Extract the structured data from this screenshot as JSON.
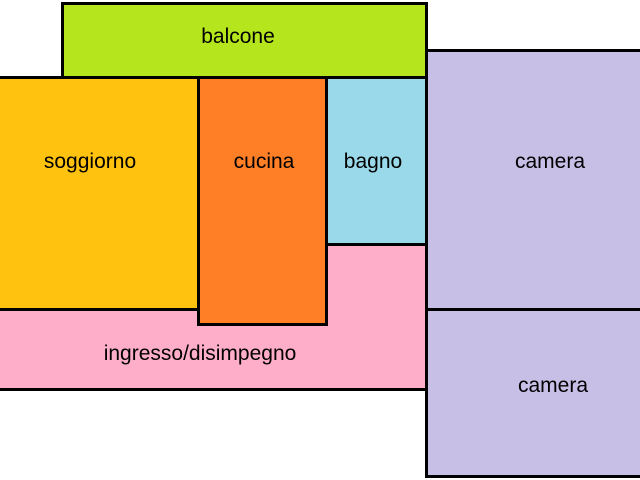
{
  "rooms": {
    "balcone": {
      "label": "balcone",
      "color": "#b5e61d"
    },
    "soggiorno": {
      "label": "soggiorno",
      "color": "#ffc20e"
    },
    "cucina": {
      "label": "cucina",
      "color": "#ff7f27"
    },
    "bagno": {
      "label": "bagno",
      "color": "#99d9ea"
    },
    "ingresso": {
      "label": "ingresso/disimpegno",
      "color": "#ffaec9"
    },
    "camera1": {
      "label": "camera",
      "color": "#c8bfe7"
    },
    "camera2": {
      "label": "camera",
      "color": "#c8bfe7"
    }
  }
}
